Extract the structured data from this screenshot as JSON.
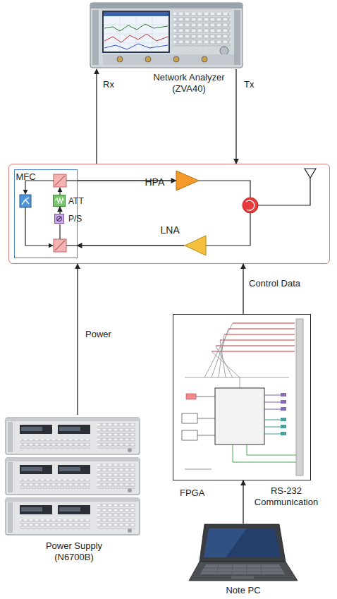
{
  "diagram": {
    "nodes": [
      {
        "text": [
          "Network Analyzer (ZVA40)"
        ]
      },
      {
        "text": []
      },
      {
        "text": [
          "MFC"
        ],
        "in": 1
      },
      {
        "text": [
          "ATT"
        ],
        "in": 2
      },
      {
        "text": [
          "P/S"
        ],
        "in": 2
      },
      {
        "text": [
          "HPA"
        ],
        "in": 1
      },
      {
        "text": [
          "LNA"
        ],
        "in": 1
      },
      {
        "text": [
          "FPGA"
        ]
      },
      {
        "text": [
          "Power Supply (N6700B)"
        ]
      },
      {
        "text": [
          "Note PC"
        ]
      }
    ],
    "edges": [
      {
        "from": 1,
        "to": 0,
        "label": "Rx",
        "arrow": "to"
      },
      {
        "from": 0,
        "to": 1,
        "label": "Tx",
        "arrow": "to"
      },
      {
        "from": 8,
        "to": 1,
        "label": "Power",
        "arrow": "to"
      },
      {
        "from": 7,
        "to": 1,
        "label": "Control Data",
        "arrow": "to"
      },
      {
        "from": 9,
        "to": 7,
        "label": "RS-232 Communication",
        "arrow": "to"
      },
      {
        "from": 2,
        "to": 5,
        "arrow": "to"
      },
      {
        "from": 6,
        "to": 2,
        "arrow": "to"
      },
      {
        "from": 4,
        "to": 3,
        "arrow": "to"
      }
    ]
  }
}
